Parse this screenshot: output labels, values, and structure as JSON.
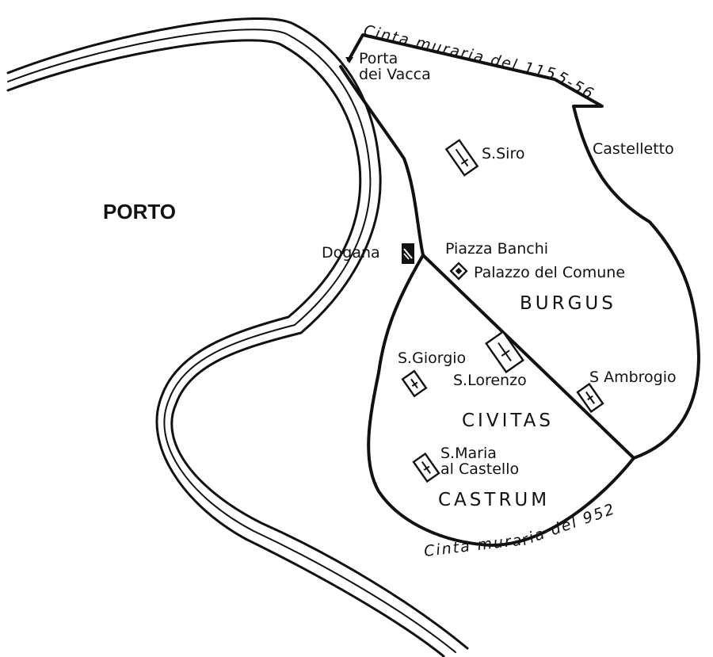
{
  "map": {
    "areas": {
      "porto": "PORTO",
      "burgus": "BURGUS",
      "civitas": "CIVITAS",
      "castrum": "CASTRUM"
    },
    "walls": {
      "wall_1155": "Cinta muraria del 1155-56",
      "wall_952": "Cinta muraria del 952"
    },
    "places": {
      "porta_line1": "Porta",
      "porta_line2": "dei Vacca",
      "castelletto": "Castelletto",
      "s_siro": "S.Siro",
      "dogana": "Dogana",
      "piazza_banchi": "Piazza Banchi",
      "palazzo_comune": "Palazzo del Comune",
      "s_giorgio": "S.Giorgio",
      "s_lorenzo": "S.Lorenzo",
      "s_ambrogio": "S Ambrogio",
      "s_maria_line1": "S.Maria",
      "s_maria_line2": "al Castello"
    },
    "symbols": {
      "church": "church-icon",
      "customs": "customs-house-icon",
      "palace": "palace-icon"
    },
    "colors": {
      "ink": "#111111",
      "paper": "#ffffff"
    }
  }
}
